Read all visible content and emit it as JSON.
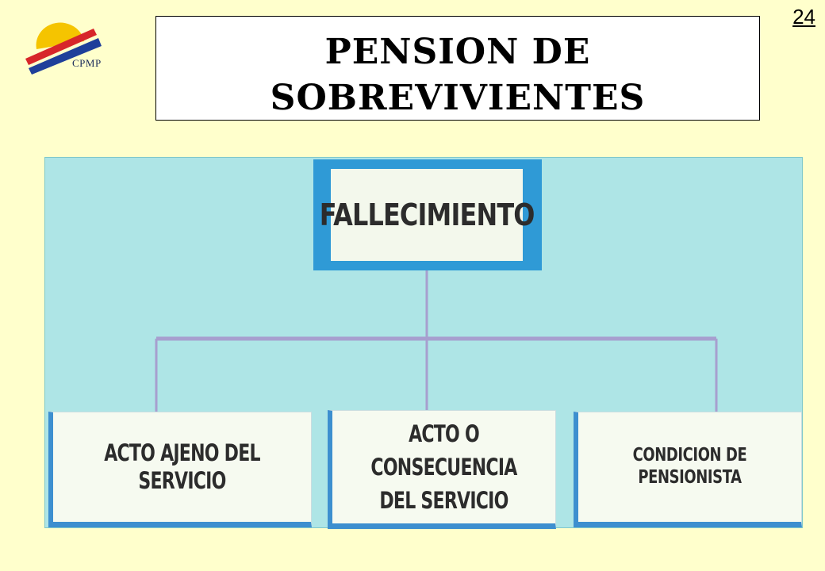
{
  "header": {
    "logo_text": "CPMP",
    "page_number": "24",
    "title": "PENSION DE SOBREVIVIENTES"
  },
  "diagram": {
    "root": {
      "label": "FALLECIMIENTO"
    },
    "children": [
      {
        "label": "ACTO AJENO DEL SERVICIO"
      },
      {
        "label": "ACTO O CONSECUENCIA\nDEL SERVICIO"
      },
      {
        "label": "CONDICION DE PENSIONISTA"
      }
    ]
  },
  "colors": {
    "page_background": "#ffffcc",
    "diagram_background": "#aee5e6",
    "node_border_blue": "#2f9ad6",
    "connector": "#a79fcf",
    "logo_yellow": "#f5c400",
    "logo_red": "#d7262a",
    "logo_blue": "#1f3f9a"
  }
}
